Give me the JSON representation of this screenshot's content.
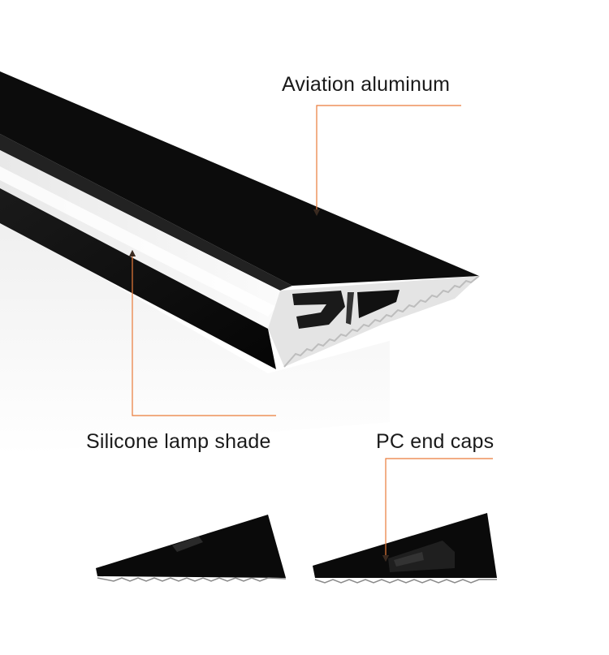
{
  "callouts": {
    "aviation_aluminum": "Aviation aluminum",
    "silicone_lamp_shade": "Silicone lamp shade",
    "pc_end_caps": "PC end caps"
  },
  "colors": {
    "leader_line": "#ea7b3a",
    "profile_black": "#0d0d0d",
    "diffuser_white": "#f2f2f2",
    "label_text": "#1a1a1a"
  }
}
